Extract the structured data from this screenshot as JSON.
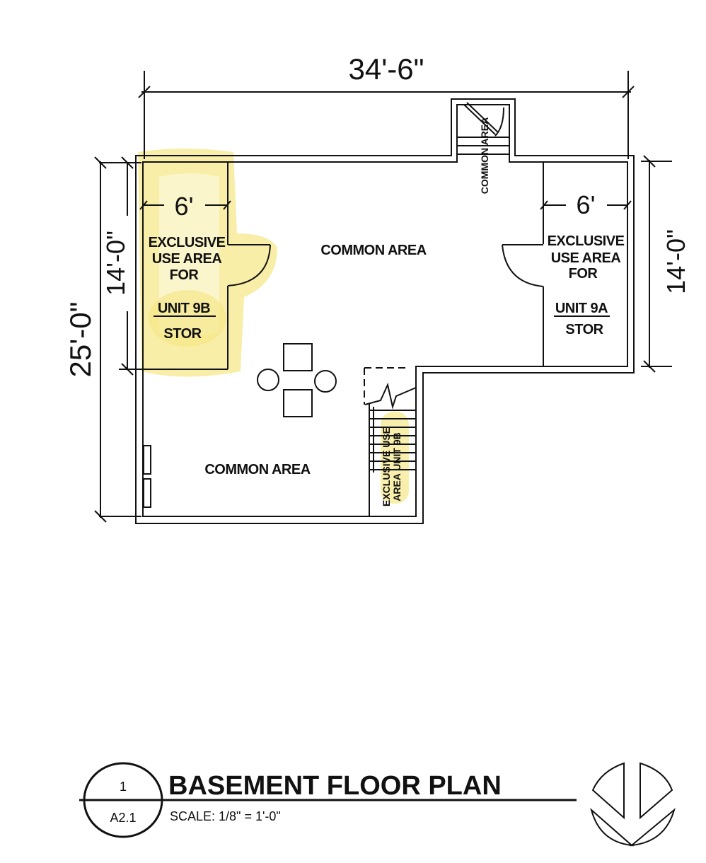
{
  "drawing": {
    "title": "BASEMENT FLOOR PLAN",
    "scale": "SCALE: 1/8\" = 1'-0\"",
    "detail_number": "1",
    "sheet_number": "A2.1",
    "highlight_color": "#f6e98a"
  },
  "dimensions": {
    "overall_width": "34'-6\"",
    "overall_depth": "25'-0\"",
    "left_storage_depth": "14'-0\"",
    "right_storage_depth": "14'-0\"",
    "left_storage_width": "6'",
    "right_storage_width": "6'"
  },
  "rooms": {
    "common_area_upper": "COMMON AREA",
    "common_area_lower": "COMMON AREA",
    "common_area_stair": "COMMON AREA",
    "unit_9b": {
      "line1": "EXCLUSIVE",
      "line2": "USE AREA",
      "line3": "FOR",
      "unit": "UNIT 9B",
      "use": "STOR"
    },
    "unit_9a": {
      "line1": "EXCLUSIVE",
      "line2": "USE AREA",
      "line3": "FOR",
      "unit": "UNIT 9A",
      "use": "STOR"
    },
    "stair_exclusive": {
      "line1": "EXCLUSIVE USE",
      "line2": "AREA UNIT 9B"
    }
  }
}
